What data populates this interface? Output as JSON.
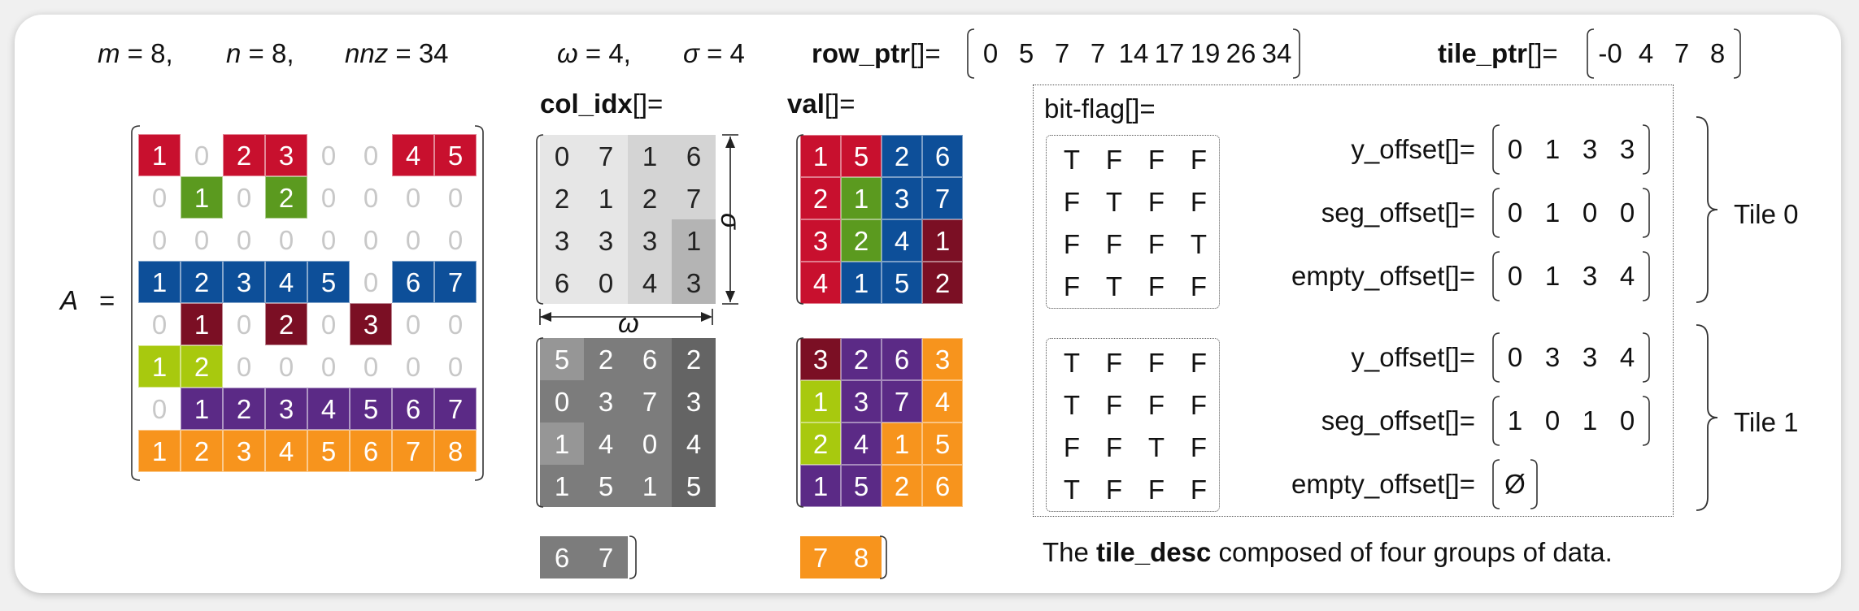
{
  "params": {
    "m": "m = 8,",
    "n": "n = 8,",
    "nnz": "nnz = 34",
    "omega": "ω = 4,",
    "sigma": "σ = 4"
  },
  "row_ptr": {
    "label": "row_ptr",
    "suffix": "[]=",
    "values": [
      "0",
      "5",
      "7",
      "7",
      "14",
      "17",
      "19",
      "26",
      "34"
    ]
  },
  "tile_ptr": {
    "label": "tile_ptr",
    "suffix": "[]=",
    "values": [
      "-0",
      "4",
      "7",
      "8"
    ]
  },
  "matrix_label": "A",
  "matrix_eq": "=",
  "matrix": [
    [
      "1",
      "0",
      "2",
      "3",
      "0",
      "0",
      "4",
      "5"
    ],
    [
      "0",
      "1",
      "0",
      "2",
      "0",
      "0",
      "0",
      "0"
    ],
    [
      "0",
      "0",
      "0",
      "0",
      "0",
      "0",
      "0",
      "0"
    ],
    [
      "1",
      "2",
      "3",
      "4",
      "5",
      "0",
      "6",
      "7"
    ],
    [
      "0",
      "1",
      "0",
      "2",
      "0",
      "3",
      "0",
      "0"
    ],
    [
      "1",
      "2",
      "0",
      "0",
      "0",
      "0",
      "0",
      "0"
    ],
    [
      "0",
      "1",
      "2",
      "3",
      "4",
      "5",
      "6",
      "7"
    ],
    [
      "1",
      "2",
      "3",
      "4",
      "5",
      "6",
      "7",
      "8"
    ]
  ],
  "matrix_colors": [
    [
      "red",
      "",
      "red",
      "red",
      "",
      "",
      "red",
      "red"
    ],
    [
      "",
      "green",
      "",
      "green",
      "",
      "",
      "",
      ""
    ],
    [
      "",
      "",
      "",
      "",
      "",
      "",
      "",
      ""
    ],
    [
      "blue",
      "blue",
      "blue",
      "blue",
      "blue",
      "",
      "blue",
      "blue"
    ],
    [
      "",
      "maroon",
      "",
      "maroon",
      "",
      "maroon",
      "",
      ""
    ],
    [
      "lime",
      "lime",
      "",
      "",
      "",
      "",
      "",
      ""
    ],
    [
      "",
      "purple",
      "purple",
      "purple",
      "purple",
      "purple",
      "purple",
      "purple"
    ],
    [
      "orange",
      "orange",
      "orange",
      "orange",
      "orange",
      "orange",
      "orange",
      "orange"
    ]
  ],
  "col_idx": {
    "label": "col_idx",
    "suffix": "[]=",
    "tile0": [
      [
        "0",
        "7",
        "1",
        "6"
      ],
      [
        "2",
        "1",
        "2",
        "7"
      ],
      [
        "3",
        "3",
        "3",
        "1"
      ],
      [
        "6",
        "0",
        "4",
        "3"
      ]
    ],
    "tile0_shades": [
      [
        "g1",
        "g1",
        "g2",
        "g2"
      ],
      [
        "g1",
        "g1",
        "g2",
        "g2"
      ],
      [
        "g1",
        "g1",
        "g2",
        "g3"
      ],
      [
        "g1",
        "g1",
        "g2",
        "g3"
      ]
    ],
    "tile1": [
      [
        "5",
        "2",
        "6",
        "2"
      ],
      [
        "0",
        "3",
        "7",
        "3"
      ],
      [
        "1",
        "4",
        "0",
        "4"
      ],
      [
        "1",
        "5",
        "1",
        "5"
      ]
    ],
    "tile1_shades": [
      [
        "g4",
        "g5",
        "g5",
        "g6"
      ],
      [
        "g5",
        "g5",
        "g5",
        "g6"
      ],
      [
        "g4",
        "g5",
        "g5",
        "g6"
      ],
      [
        "g5",
        "g5",
        "g5",
        "g6"
      ]
    ],
    "tail": [
      "6",
      "7"
    ],
    "omega_label": "ω",
    "sigma_label": "σ"
  },
  "val": {
    "label": "val",
    "suffix": "[]=",
    "tile0": [
      [
        "1",
        "5",
        "2",
        "6"
      ],
      [
        "2",
        "1",
        "3",
        "7"
      ],
      [
        "3",
        "2",
        "4",
        "1"
      ],
      [
        "4",
        "1",
        "5",
        "2"
      ]
    ],
    "tile0_colors": [
      [
        "red",
        "red",
        "blue",
        "blue"
      ],
      [
        "red",
        "green",
        "blue",
        "blue"
      ],
      [
        "red",
        "green",
        "blue",
        "maroon"
      ],
      [
        "red",
        "blue",
        "blue",
        "maroon"
      ]
    ],
    "tile1": [
      [
        "3",
        "2",
        "6",
        "3"
      ],
      [
        "1",
        "3",
        "7",
        "4"
      ],
      [
        "2",
        "4",
        "1",
        "5"
      ],
      [
        "1",
        "5",
        "2",
        "6"
      ]
    ],
    "tile1_colors": [
      [
        "maroon",
        "purple",
        "purple",
        "orange"
      ],
      [
        "lime",
        "purple",
        "purple",
        "orange"
      ],
      [
        "lime",
        "purple",
        "orange",
        "orange"
      ],
      [
        "purple",
        "purple",
        "orange",
        "orange"
      ]
    ],
    "tail": [
      "7",
      "8"
    ],
    "tail_colors": [
      "orange",
      "orange"
    ]
  },
  "bit_flag": {
    "label": "bit-flag[]=",
    "tile0": [
      [
        "T",
        "F",
        "F",
        "F"
      ],
      [
        "F",
        "T",
        "F",
        "F"
      ],
      [
        "F",
        "F",
        "F",
        "T"
      ],
      [
        "F",
        "T",
        "F",
        "F"
      ]
    ],
    "tile1": [
      [
        "T",
        "F",
        "F",
        "F"
      ],
      [
        "T",
        "F",
        "F",
        "F"
      ],
      [
        "F",
        "F",
        "T",
        "F"
      ],
      [
        "T",
        "F",
        "F",
        "F"
      ]
    ]
  },
  "tiles": [
    {
      "name": "Tile 0",
      "y_offset": {
        "label": "y_offset[]=",
        "values": [
          "0",
          "1",
          "3",
          "3"
        ]
      },
      "seg_offset": {
        "label": "seg_offset[]=",
        "values": [
          "0",
          "1",
          "0",
          "0"
        ]
      },
      "empty_offset": {
        "label": "empty_offset[]=",
        "values": [
          "0",
          "1",
          "3",
          "4"
        ]
      }
    },
    {
      "name": "Tile 1",
      "y_offset": {
        "label": "y_offset[]=",
        "values": [
          "0",
          "3",
          "3",
          "4"
        ]
      },
      "seg_offset": {
        "label": "seg_offset[]=",
        "values": [
          "1",
          "0",
          "1",
          "0"
        ]
      },
      "empty_offset": {
        "label": "empty_offset[]=",
        "values": [
          "Ø"
        ]
      }
    }
  ],
  "caption": {
    "pre": "The ",
    "bold": "tile_desc",
    "post": " composed of four groups of data."
  },
  "colors": {
    "red": "#c8102e",
    "green": "#5b9a1f",
    "blue": "#0d4f99",
    "maroon": "#7b0f24",
    "lime": "#a8c90e",
    "purple": "#5b2a86",
    "orange": "#f7941d",
    "zero": "#c8c8c8",
    "g1": "#e6e6e6",
    "g2": "#d4d4d4",
    "g3": "#b4b4b4",
    "g4": "#969696",
    "g5": "#7c7c7c",
    "g6": "#646464"
  }
}
